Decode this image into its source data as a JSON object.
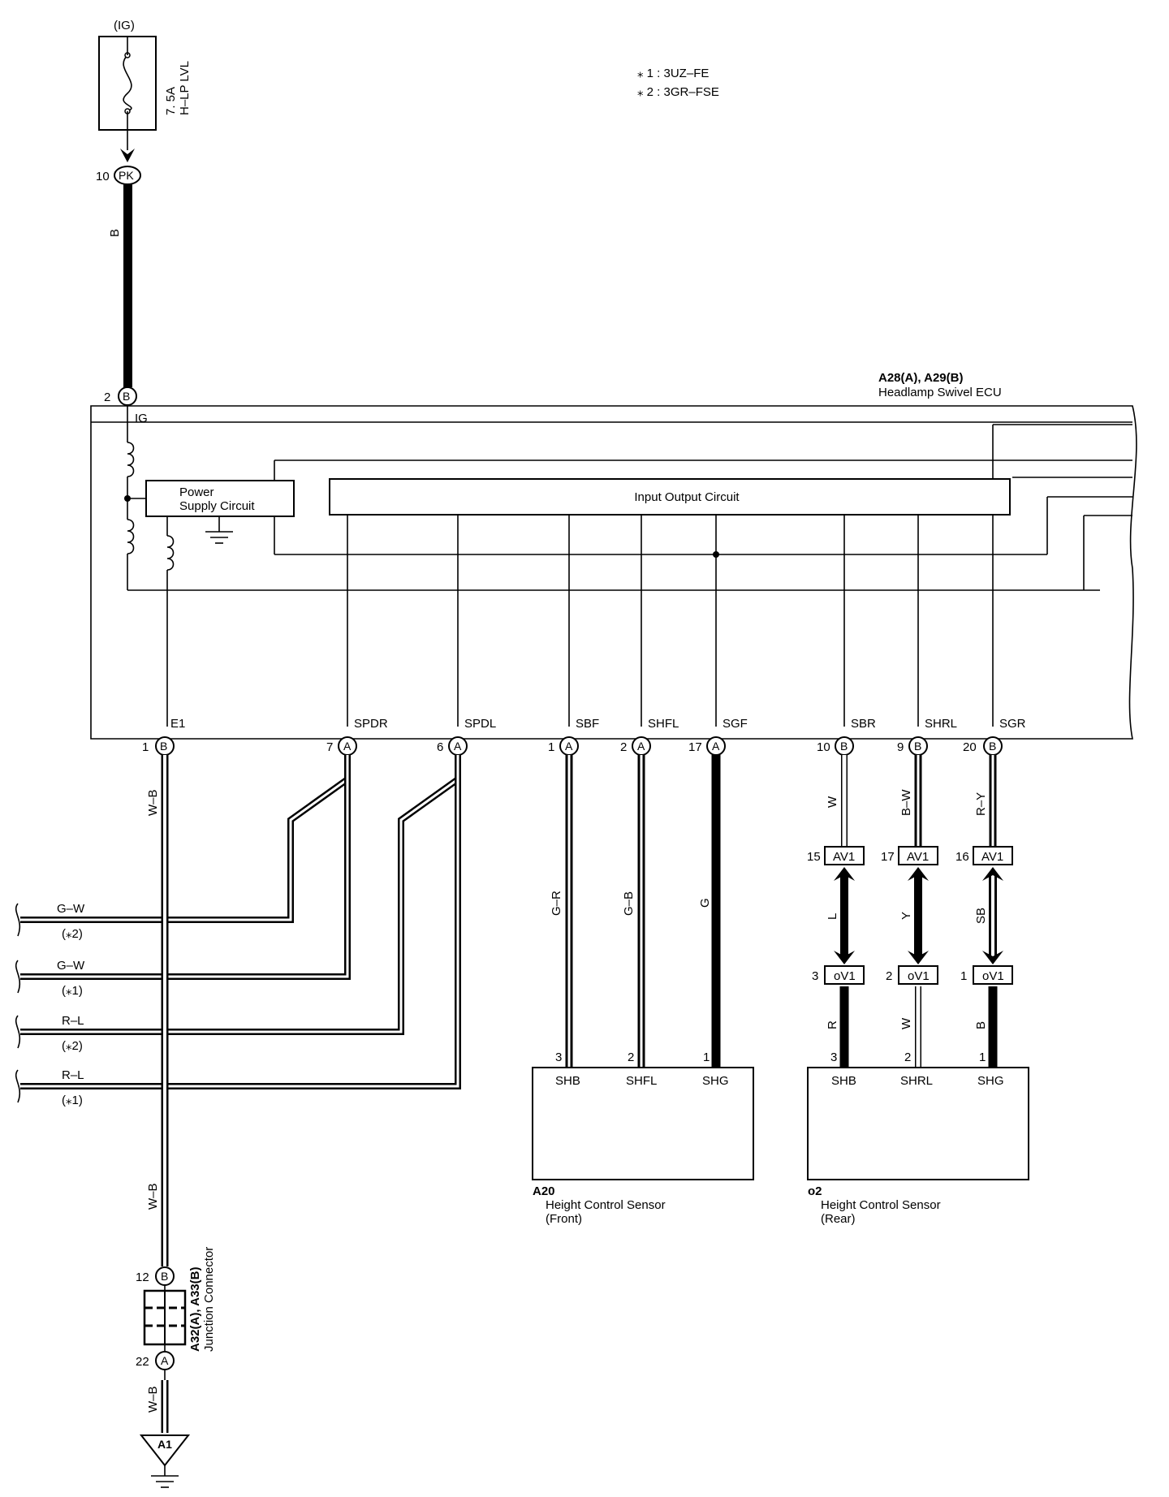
{
  "notes": [
    "⁎ 1 : 3UZ–FE",
    "⁎ 2 : 3GR–FSE"
  ],
  "fuse": {
    "circuit": "(IG)",
    "rating": "7. 5A",
    "name": "H–LP LVL"
  },
  "pk_connector": {
    "pin": "10",
    "code": "PK"
  },
  "b_wire": "B",
  "ecu": {
    "id": "A28(A), A29(B)",
    "name": "Headlamp Swivel ECU",
    "ig_pin": "2",
    "ig_code": "B",
    "ig_label": "IG",
    "power_label_1": "Power",
    "power_label_2": "Supply Circuit",
    "io_label": "Input Output Circuit",
    "terminals": [
      {
        "name": "E1",
        "pin": "1",
        "code": "B"
      },
      {
        "name": "SPDR",
        "pin": "7",
        "code": "A"
      },
      {
        "name": "SPDL",
        "pin": "6",
        "code": "A"
      },
      {
        "name": "SBF",
        "pin": "1",
        "code": "A"
      },
      {
        "name": "SHFL",
        "pin": "2",
        "code": "A"
      },
      {
        "name": "SGF",
        "pin": "17",
        "code": "A"
      },
      {
        "name": "SBR",
        "pin": "10",
        "code": "B"
      },
      {
        "name": "SHRL",
        "pin": "9",
        "code": "B"
      },
      {
        "name": "SGR",
        "pin": "20",
        "code": "B"
      }
    ]
  },
  "left_wires": [
    {
      "color": "G–W",
      "note": "(⁎2)"
    },
    {
      "color": "G–W",
      "note": "(⁎1)"
    },
    {
      "color": "R–L",
      "note": "(⁎2)"
    },
    {
      "color": "R–L",
      "note": "(⁎1)"
    }
  ],
  "ground_wire": {
    "color_1": "W–B",
    "color_2": "W–B",
    "color_3": "W–B",
    "jc_top_pin": "12",
    "jc_top_code": "B",
    "jc_bottom_pin": "22",
    "jc_bottom_code": "A",
    "jc_id": "A32(A), A33(B)",
    "jc_name": "Junction Connector",
    "ground": "A1"
  },
  "front_sensor": {
    "id": "A20",
    "name": "Height Control Sensor",
    "position": "(Front)",
    "wires": [
      {
        "color": "G–R",
        "pin": "3",
        "term": "SHB"
      },
      {
        "color": "G–B",
        "pin": "2",
        "term": "SHFL"
      },
      {
        "color": "G",
        "pin": "1",
        "term": "SHG"
      }
    ]
  },
  "rear_sensor": {
    "id": "o2",
    "name": "Height Control Sensor",
    "position": "(Rear)",
    "wires": [
      {
        "upper_color": "W",
        "av_pin": "15",
        "lower_color_mid": "L",
        "ov_pin": "3",
        "lower_color": "R",
        "pin": "3",
        "term": "SHB"
      },
      {
        "upper_color": "B–W",
        "av_pin": "17",
        "lower_color_mid": "Y",
        "ov_pin": "2",
        "lower_color": "W",
        "pin": "2",
        "term": "SHRL"
      },
      {
        "upper_color": "R–Y",
        "av_pin": "16",
        "lower_color_mid": "SB",
        "ov_pin": "1",
        "lower_color": "B",
        "pin": "1",
        "term": "SHG"
      }
    ],
    "av_code": "AV1",
    "ov_code": "oV1"
  }
}
